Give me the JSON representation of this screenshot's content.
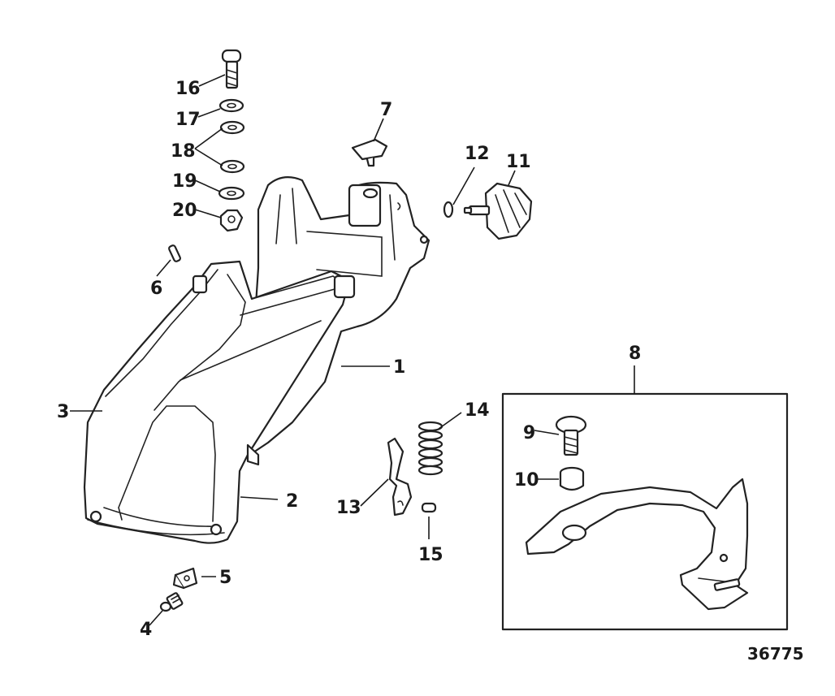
{
  "callouts": {
    "c1": "1",
    "c2": "2",
    "c3": "3",
    "c4": "4",
    "c5": "5",
    "c6": "6",
    "c7": "7",
    "c8": "8",
    "c9": "9",
    "c10": "10",
    "c11": "11",
    "c12": "12",
    "c13": "13",
    "c14": "14",
    "c15": "15",
    "c16": "16",
    "c17": "17",
    "c18": "18",
    "c19": "19",
    "c20": "20"
  },
  "figure_number": "36775"
}
